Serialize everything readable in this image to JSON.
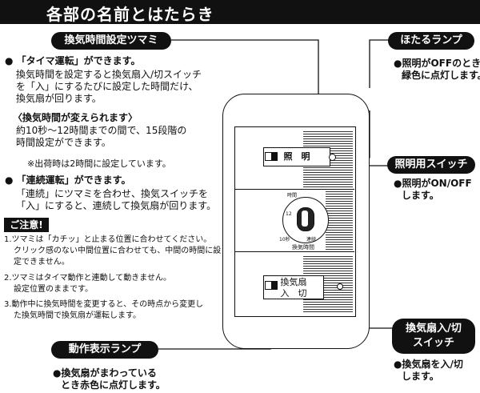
{
  "title": "各部の名前とはたらき",
  "labels": {
    "timer_knob": "換気時間設定ツマミ",
    "firefly_lamp": "ほたるランプ",
    "light_switch": "照明用スイッチ",
    "op_lamp": "動作表示ランプ",
    "fan_switch_l1": "換気扇入/切",
    "fan_switch_l2": "スイッチ",
    "caution": "ご注意!"
  },
  "timer": {
    "h1": "「タイマ運転」ができます。",
    "p1": [
      "換気時間を設定すると換気扇入/切スイッチ",
      "を「入」にするたびに設定した時間だけ、",
      "換気扇が回ります。"
    ],
    "h2": "〈換気時間が変えられます〉",
    "p2": [
      "約10秒～12時間までの間で、15段階の",
      "時間設定ができます。"
    ],
    "note": "※出荷時は2時間に設定しています。",
    "h3": "「連続運転」ができます。",
    "p3": [
      "「連続」にツマミを合わせ、換気スイッチを",
      "「入」にすると、連続して換気扇が回ります。"
    ]
  },
  "cautions": [
    [
      "1.ツマミは「カチッ」と止まる位置に合わせてください。",
      "クリック感のない中間位置に合わせても、中間の時間に設",
      "定できません。"
    ],
    [
      "2.ツマミはタイマ動作と連動して動きません。",
      "設定位置のままです。"
    ],
    [
      "3.動作中に換気時間を変更すると、その時点から変更し",
      "た換気時間で換気扇が運転します。"
    ]
  ],
  "firefly_desc": [
    "●照明がOFFのとき",
    "緑色に点灯します。"
  ],
  "light_desc": [
    "●照明がON/OFF",
    "します。"
  ],
  "op_desc": [
    "●換気扇がまわっている",
    "とき赤色に点灯します。"
  ],
  "fan_desc": [
    "●換気扇を入/切",
    "します。"
  ],
  "device": {
    "light_button": "照　明",
    "fan_button_l1": "換気扇",
    "fan_button_l2": "入　切",
    "dial_label": "換気時間",
    "dial_top": "時間",
    "dial_cont": "連続",
    "dial_10s": "10秒",
    "dial_12": "12"
  }
}
